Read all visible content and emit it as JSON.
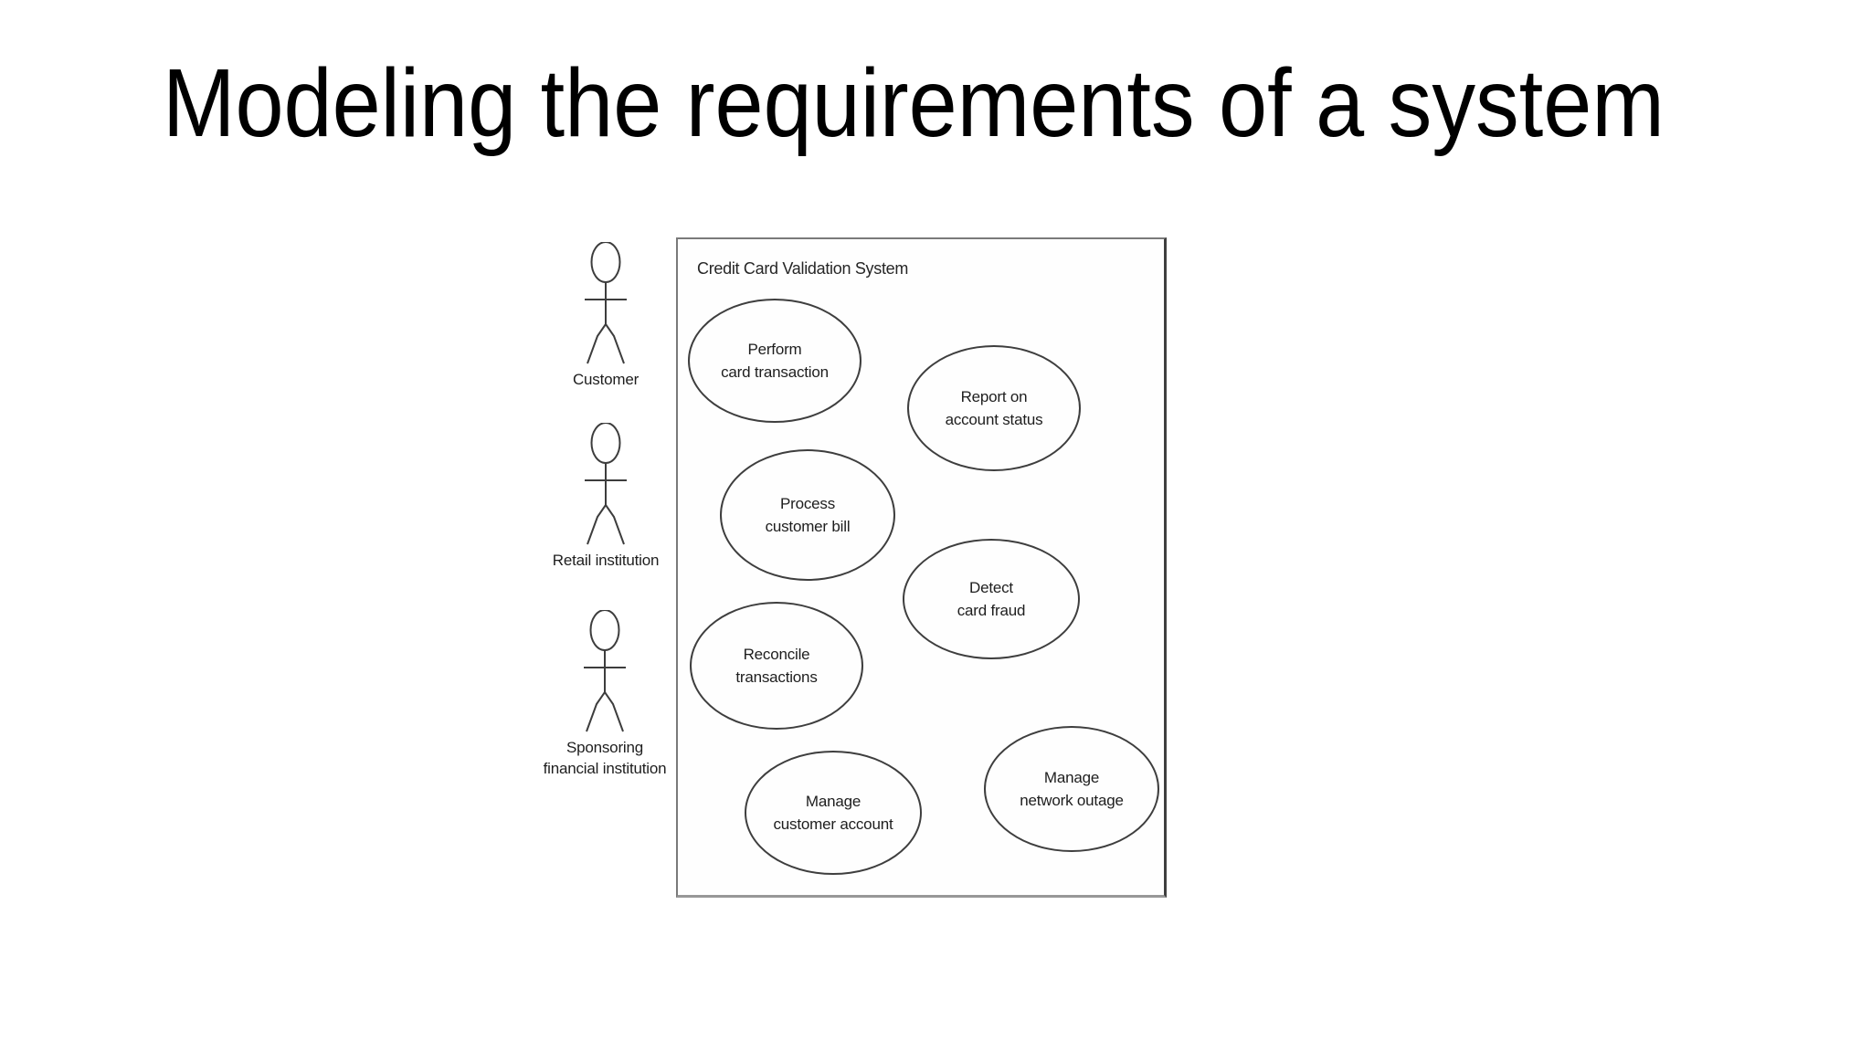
{
  "slide": {
    "title": "Modeling the requirements of a system"
  },
  "diagram": {
    "system_name": "Credit Card Validation System",
    "actors": [
      {
        "name": "Customer"
      },
      {
        "name": "Retail institution"
      },
      {
        "name": "Sponsoring\nfinancial institution"
      }
    ],
    "use_cases": [
      {
        "label": "Perform\ncard transaction"
      },
      {
        "label": "Report on\naccount status"
      },
      {
        "label": "Process\ncustomer bill"
      },
      {
        "label": "Detect\ncard fraud"
      },
      {
        "label": "Reconcile\ntransactions"
      },
      {
        "label": "Manage\ncustomer account"
      },
      {
        "label": "Manage\nnetwork outage"
      }
    ],
    "colors": {
      "line": "#3e3e3e",
      "box_border": "#7a7a7a",
      "text": "#1e1e1e",
      "background": "#ffffff"
    }
  }
}
